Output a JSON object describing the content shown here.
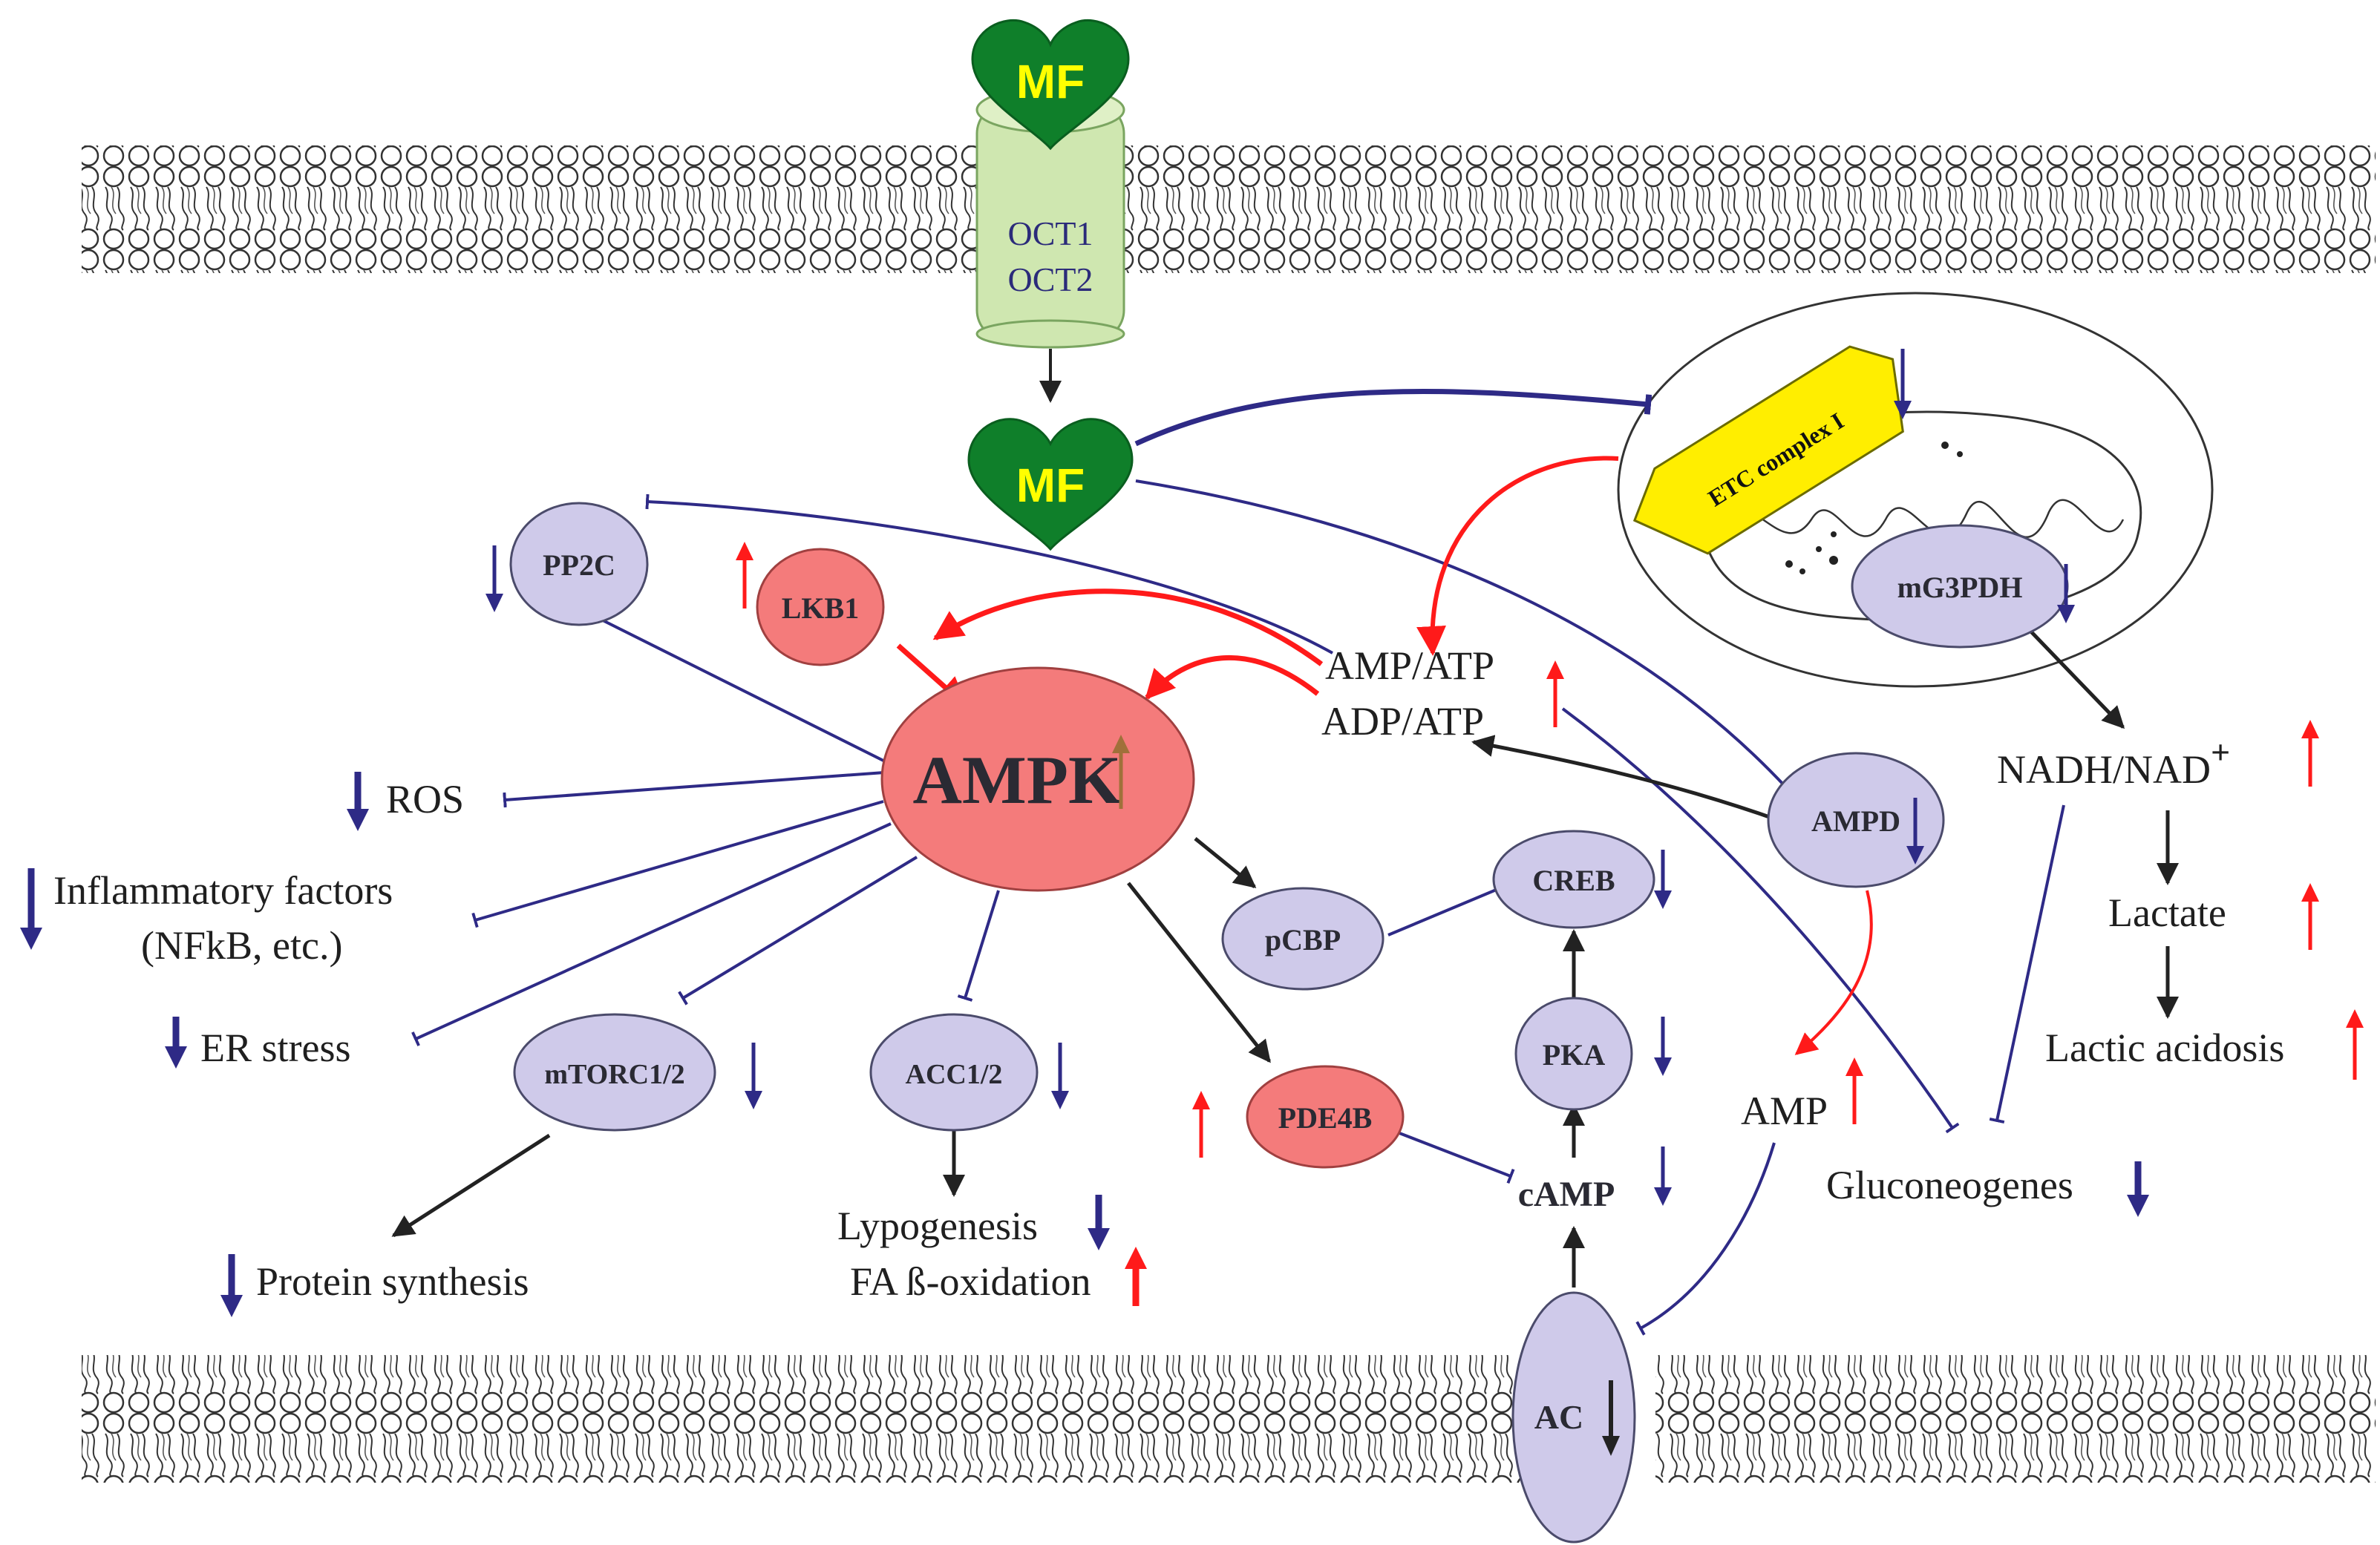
{
  "colors": {
    "blue_line": "#2e2a86",
    "red_line": "#ff1a1a",
    "black_line": "#222222",
    "lavender_node": "#cfcaea",
    "salmon_node": "#f47b7b",
    "mf_green": "#0f7f2a",
    "mf_text": "#ffff00",
    "transporter_fill": "#cfe7b0",
    "etc_yellow": "#ffee00",
    "up_red": "#ff1a1a",
    "down_blue": "#2e2a86",
    "ampk_arrow_brown": "#a0703a"
  },
  "icons": {
    "up_arrow": "up-arrow-icon",
    "down_arrow": "down-arrow-icon",
    "heart": "heart-shape-icon",
    "membrane": "lipid-bilayer",
    "mitochondrion": "mitochondrion-icon"
  },
  "labels": {
    "mf_top": "MF",
    "mf_mid": "MF",
    "oct1": "OCT1",
    "oct2": "OCT2",
    "etc": "ETC complex I",
    "mg3pdh": "mG3PDH",
    "pp2c": "PP2C",
    "lkb1": "LKB1",
    "ampk": "AMPK",
    "amp_atp": "AMP/ATP",
    "adp_atp": "ADP/ATP",
    "nadh_nad": "NADH/NAD",
    "nad_plus": "+",
    "ros": "ROS",
    "inflammatory_1": "Inflammatory factors",
    "inflammatory_2": "(NFkB, etc.)",
    "er_stress": "ER stress",
    "mtorc": "mTORC1/2",
    "acc": "ACC1/2",
    "pcbp": "pCBP",
    "creb": "CREB",
    "ampd": "AMPD",
    "lactate": "Lactate",
    "lactic_acidosis": "Lactic acidosis",
    "pka": "PKA",
    "pde4b": "PDE4B",
    "amp": "AMP",
    "gluconeogenes": "Gluconeogenes",
    "camp": "cAMP",
    "lypogenesis": "Lypogenesis",
    "fa_oxidation": "FA ß-oxidation",
    "protein_synthesis": "Protein synthesis",
    "ac": "AC"
  }
}
